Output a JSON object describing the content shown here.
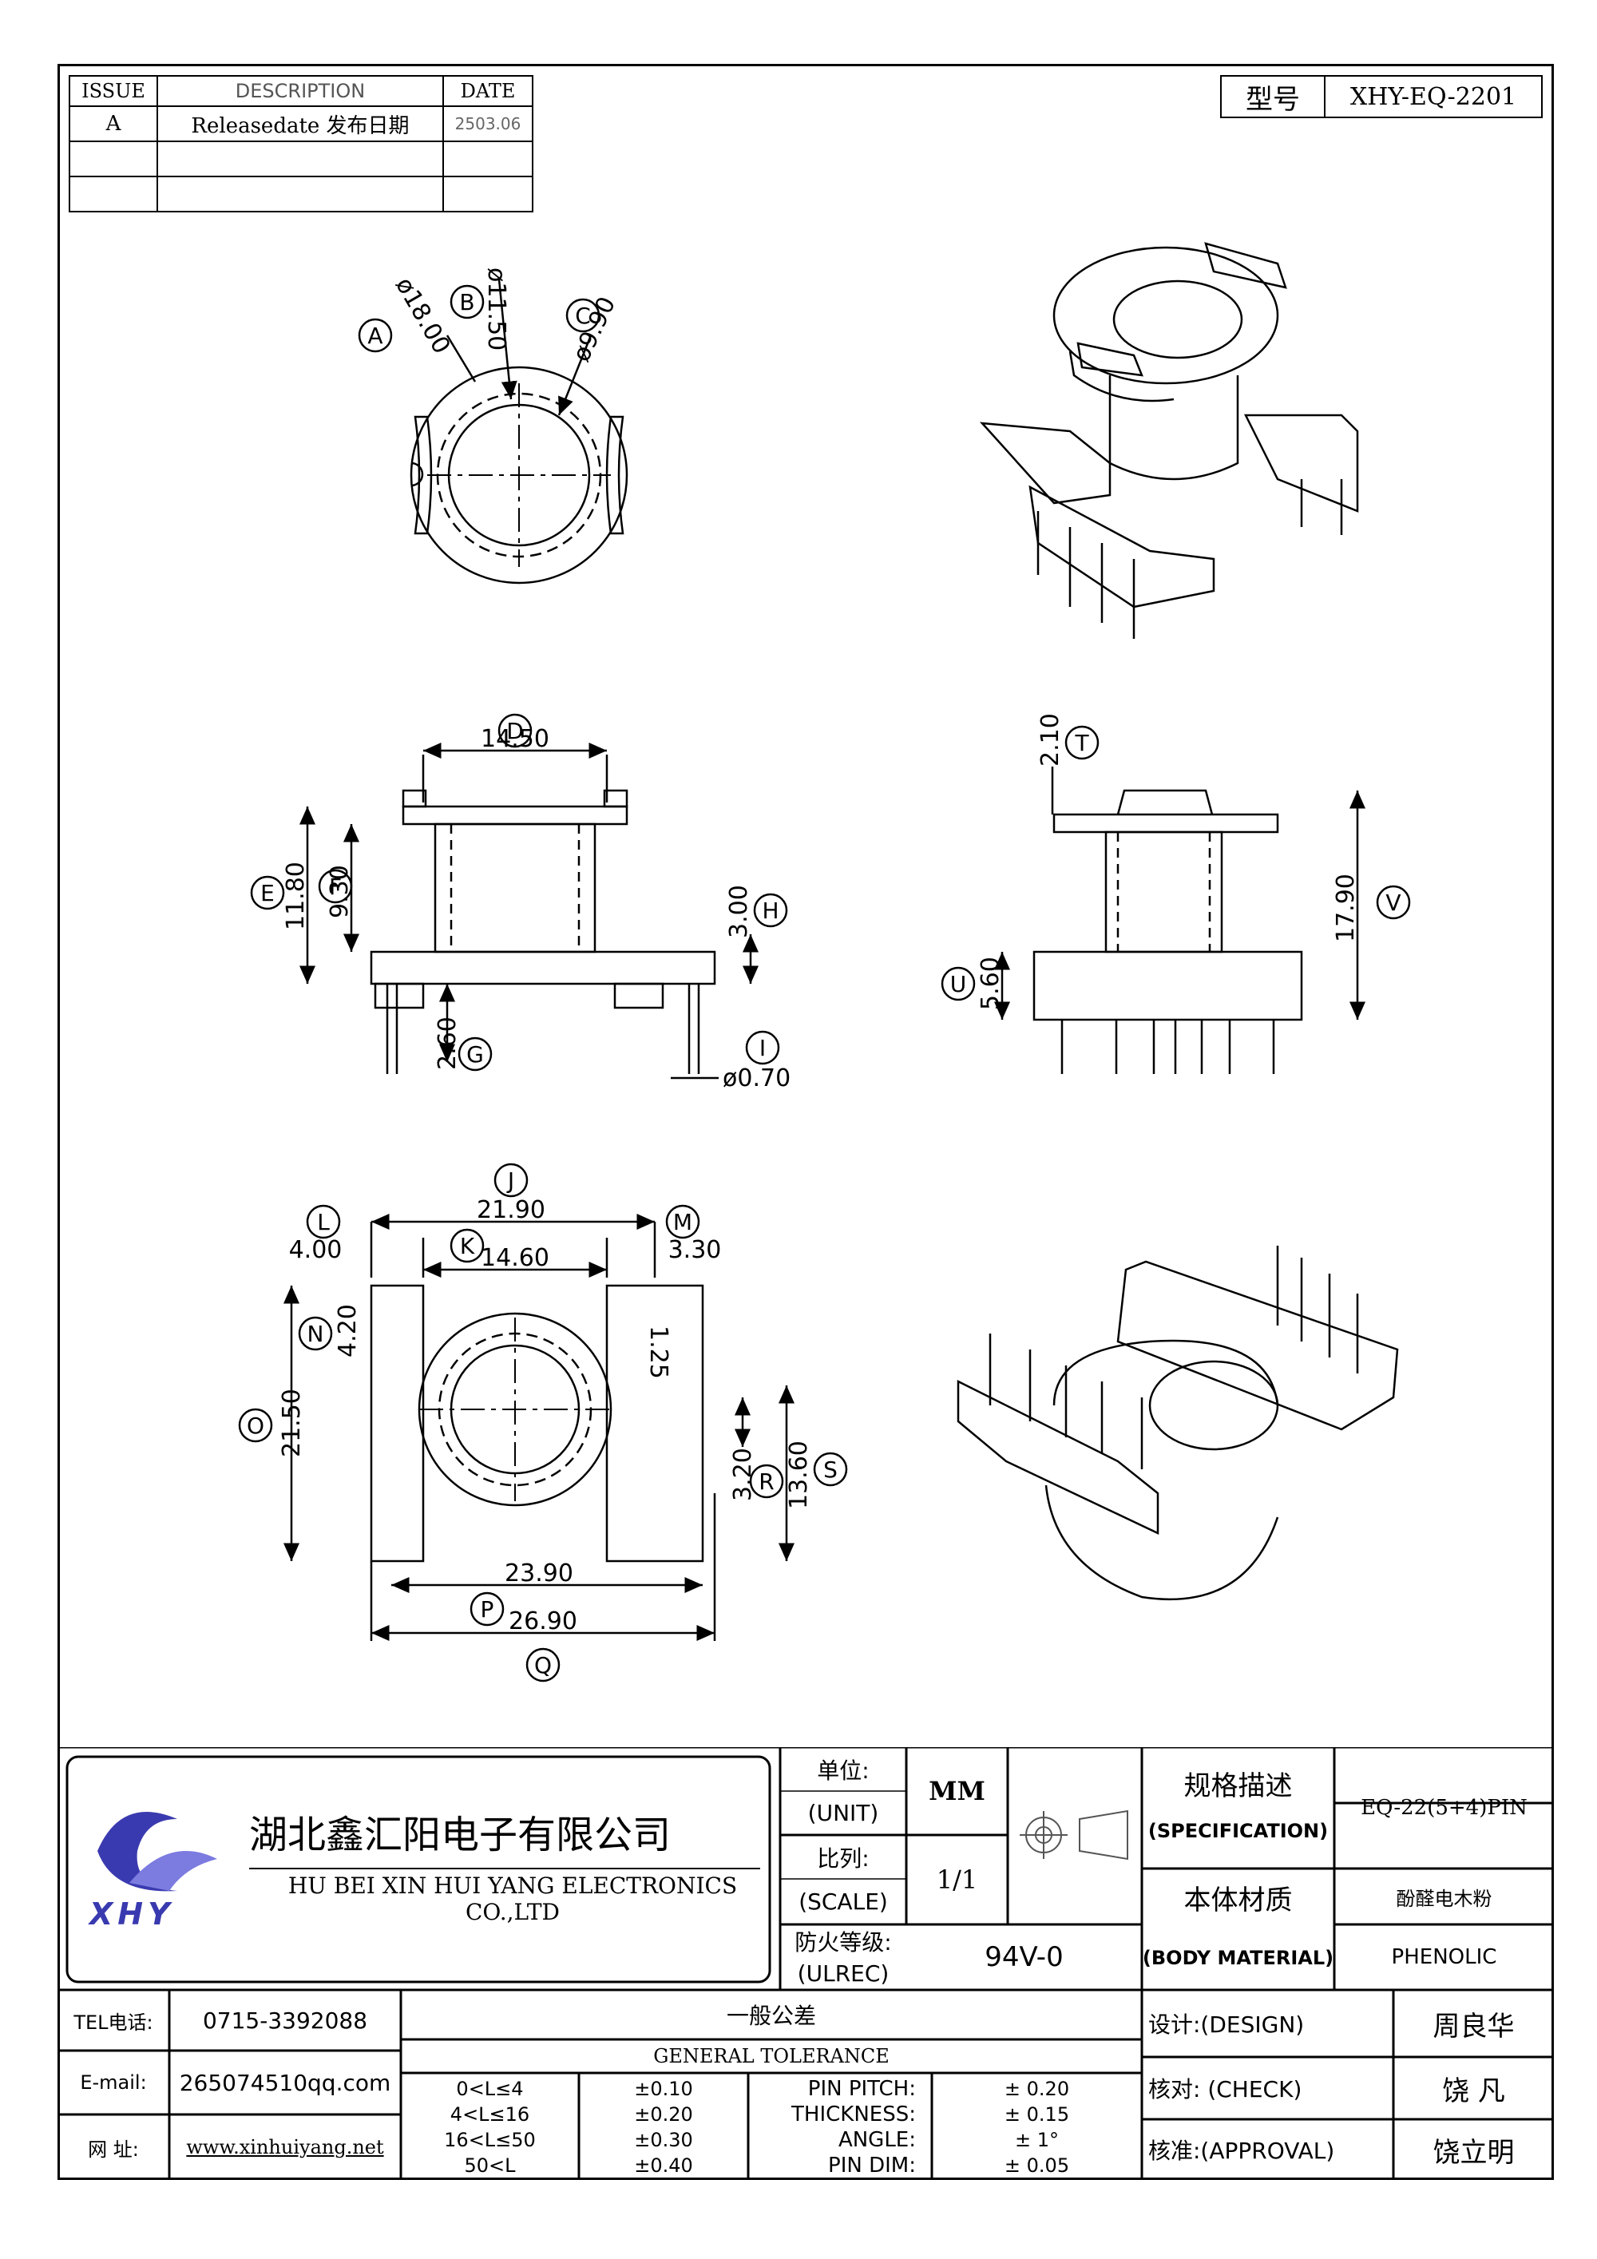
{
  "revision": {
    "headers": [
      "ISSUE",
      "DESCRIPTION",
      "DATE"
    ],
    "rows": [
      {
        "issue": "A",
        "description": "Releasedate 发布日期",
        "date": "2503.06"
      }
    ]
  },
  "part": {
    "label": "型号",
    "number": "XHY-EQ-2201"
  },
  "dimensions": {
    "A": "ø18.00",
    "B": "ø11.50",
    "C": "ø9.90",
    "D": "14.50",
    "E": "11.80",
    "F": "9.30",
    "G": "2.60",
    "H": "3.00",
    "I": "ø0.70",
    "T": "2.10",
    "U": "5.60",
    "V": "17.90",
    "J": "21.90",
    "K": "14.60",
    "L": "4.00",
    "M": "3.30",
    "N": "4.20",
    "O": "21.50",
    "P": "23.90",
    "Q": "26.90",
    "R": "3.20",
    "S": "13.60",
    "extra": "1.25"
  },
  "title_block": {
    "company_cn": "湖北鑫汇阳电子有限公司",
    "company_en": "HU BEI XIN HUI YANG ELECTRONICS CO.,LTD",
    "logo_text": "XHY",
    "unit_label_cn": "单位:",
    "unit_label_en": "(UNIT)",
    "unit_value": "MM",
    "scale_label_cn": "比列:",
    "scale_label_en": "(SCALE)",
    "scale_value": "1/1",
    "ul_label_cn": "防火等级:",
    "ul_label_en": "(ULREC)",
    "ul_value": "94V-0",
    "spec_label_cn": "规格描述",
    "spec_label_en": "(SPECIFICATION)",
    "spec_value": "EQ-22(5+4)PIN",
    "material_label_cn": "本体材质",
    "material_label_en": "(BODY MATERIAL)",
    "material_value_cn": "酚醛电木粉",
    "material_value_en": "PHENOLIC",
    "tel_label": "TEL电话:",
    "tel": "0715-3392088",
    "email_label": "E-mail:",
    "email": "265074510qq.com",
    "web_label": "网 址:",
    "web": "www.xinhuiyang.net",
    "tol_title_cn": "一般公差",
    "tol_title_en": "GENERAL TOLERANCE",
    "tol_rows": [
      {
        "range": "0<L≤4",
        "tol": "±0.10",
        "item": "PIN PITCH:",
        "val": "± 0.20"
      },
      {
        "range": "4<L≤16",
        "tol": "±0.20",
        "item": "THICKNESS:",
        "val": "± 0.15"
      },
      {
        "range": "16<L≤50",
        "tol": "±0.30",
        "item": "ANGLE:",
        "val": "± 1°"
      },
      {
        "range": "50<L",
        "tol": "±0.40",
        "item": "PIN DIM:",
        "val": "± 0.05"
      }
    ],
    "design_label": "设计:(DESIGN)",
    "design_name": "周良华",
    "check_label": "核对: (CHECK)",
    "check_name": "饶 凡",
    "approval_label": "核准:(APPROVAL)",
    "approval_name": "饶立明"
  }
}
